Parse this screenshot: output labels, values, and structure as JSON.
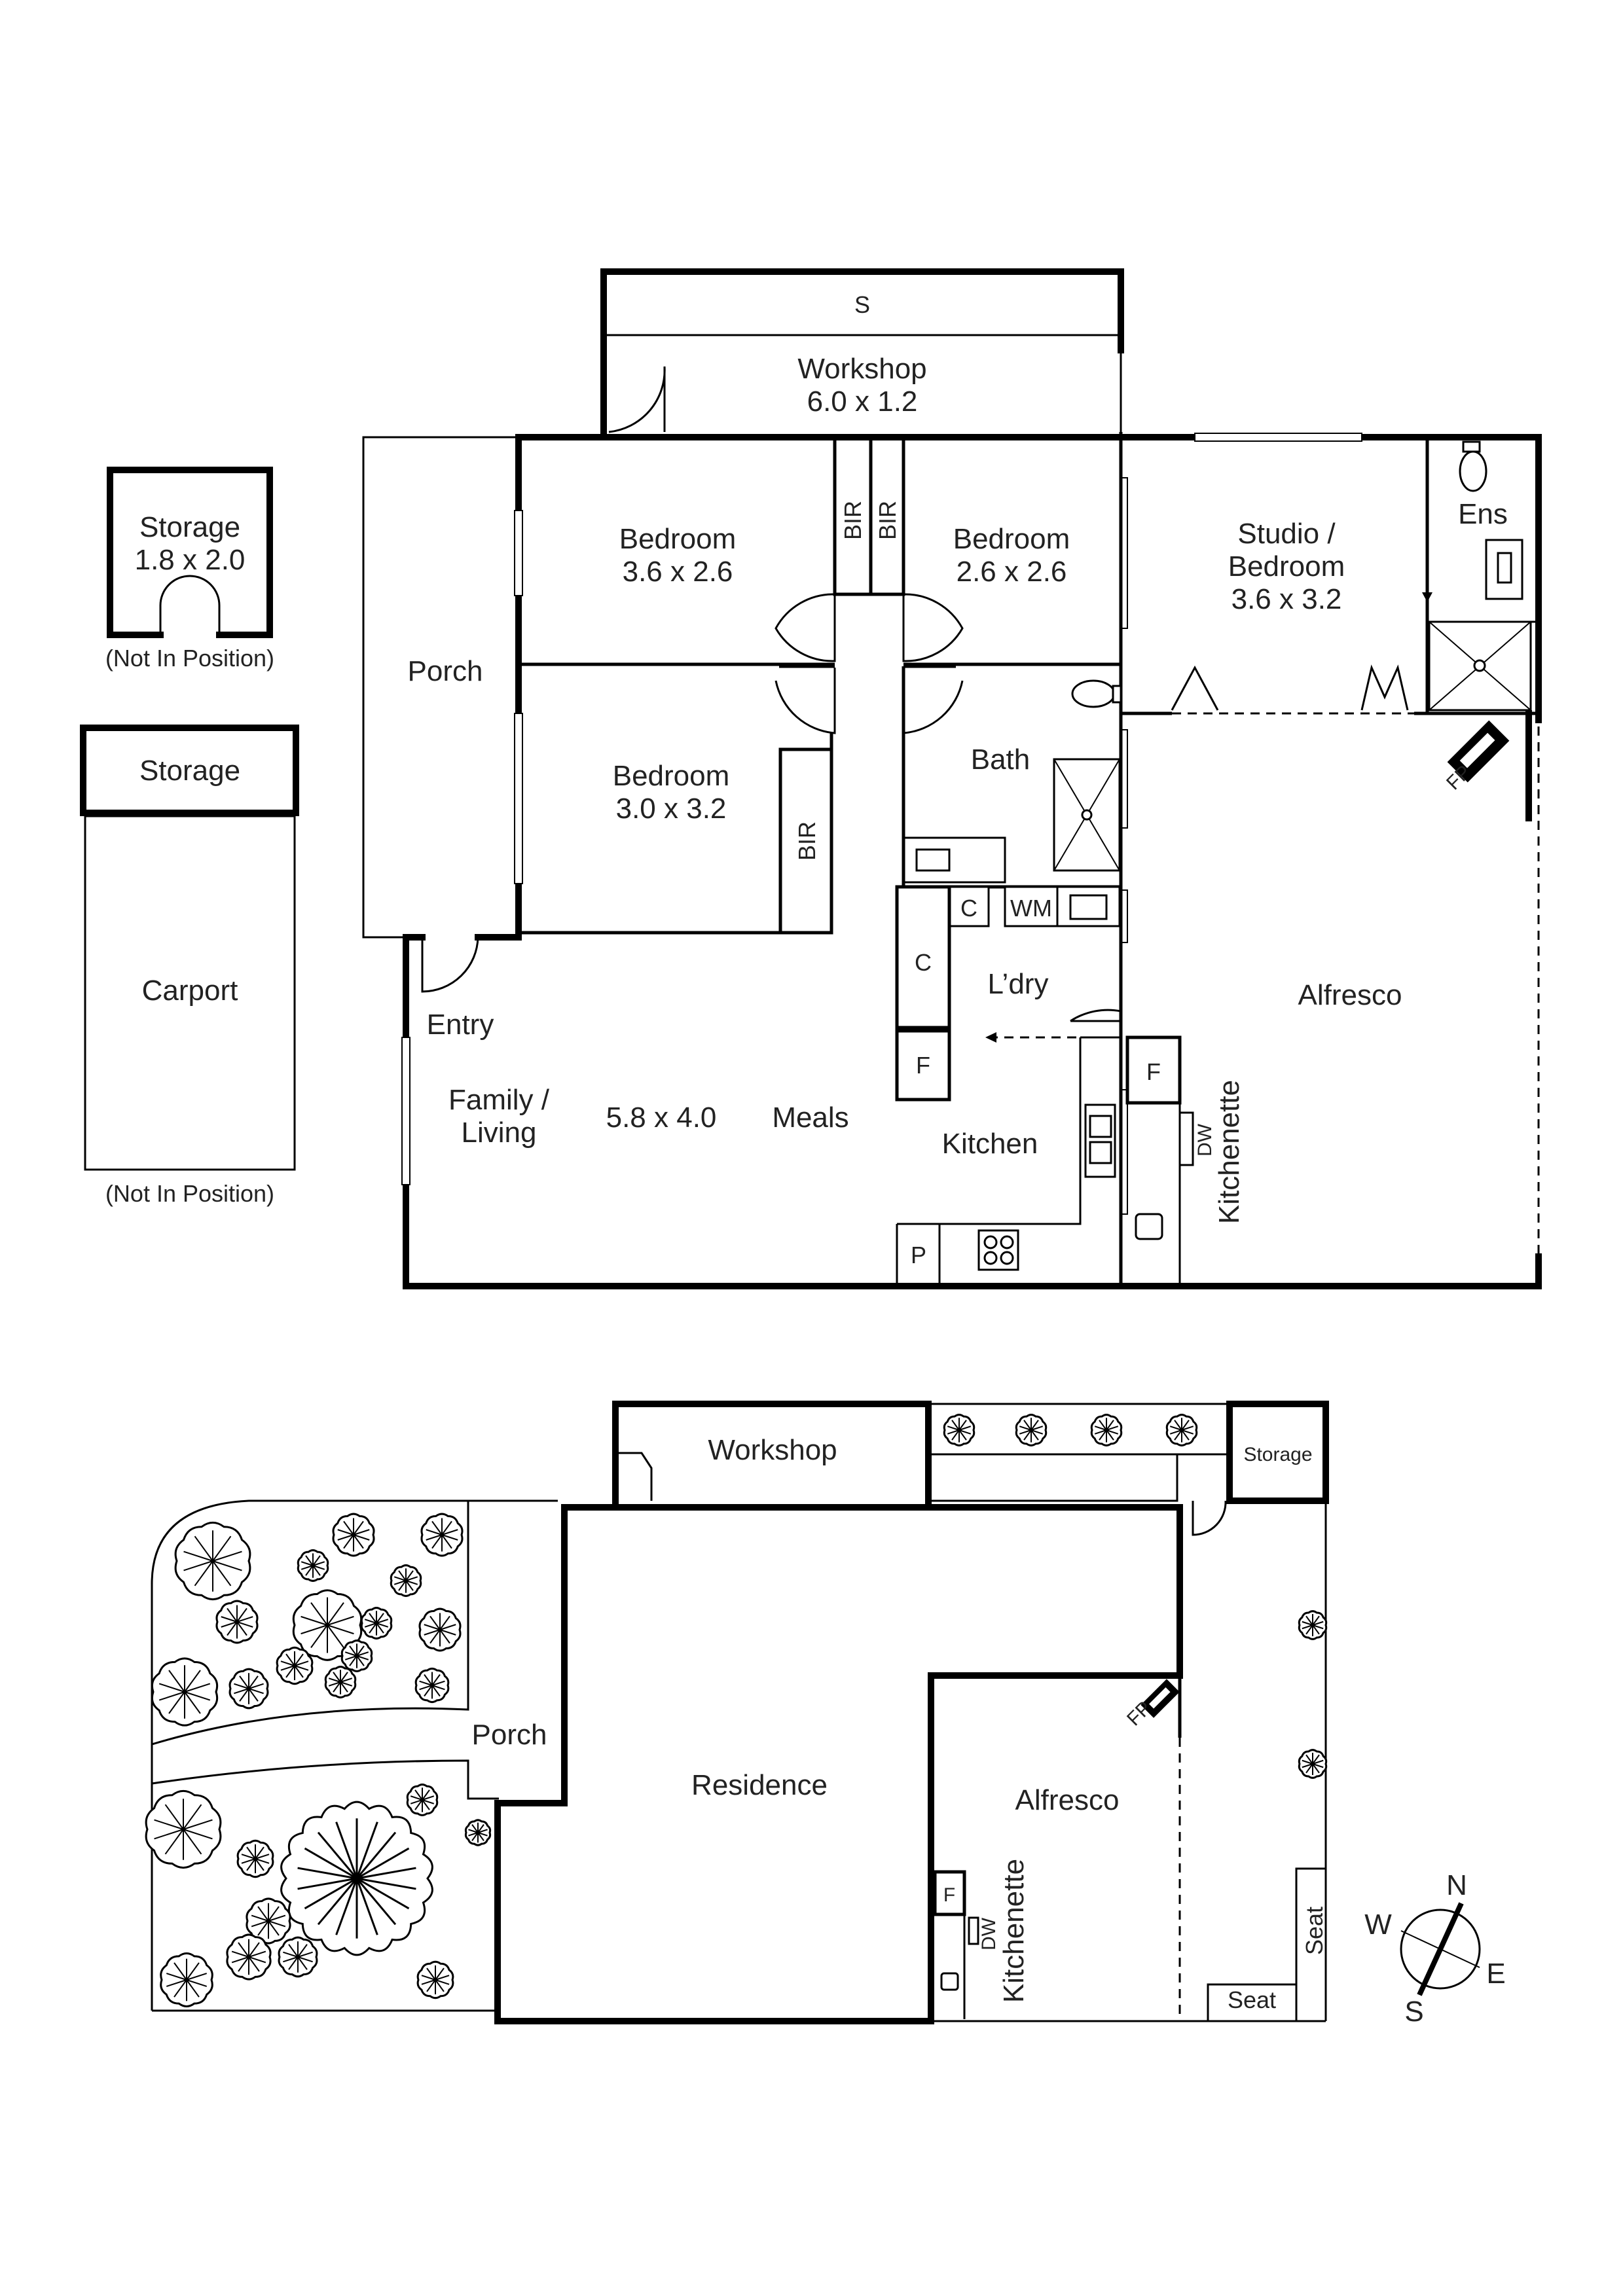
{
  "floor_plan": {
    "workshop": {
      "name": "Workshop",
      "dims": "6.0 x 1.2",
      "shelf": "S"
    },
    "bedroom_1": {
      "name": "Bedroom",
      "dims": "3.6 x 2.6"
    },
    "bedroom_2": {
      "name": "Bedroom",
      "dims": "2.6 x 2.6"
    },
    "bedroom_3": {
      "name": "Bedroom",
      "dims": "3.0 x 3.2"
    },
    "studio": {
      "name_line1": "Studio /",
      "name_line2": "Bedroom",
      "dims": "3.6 x 3.2"
    },
    "ensuite": "Ens",
    "bir": "BIR",
    "bath": "Bath",
    "porch": "Porch",
    "entry": "Entry",
    "family": {
      "name_line1": "Family /",
      "name_line2": "Living",
      "dims": "5.8 x 4.0"
    },
    "meals": "Meals",
    "kitchen": "Kitchen",
    "laundry": "L’dry",
    "wm": "WM",
    "cupboard": "C",
    "fridge": "F",
    "pantry": "P",
    "dishwasher": "DW",
    "kitchenette": "Kitchenette",
    "alfresco": "Alfresco",
    "fireplace": "FP"
  },
  "outbuildings": {
    "storage_small": {
      "name": "Storage",
      "dims": "1.8 x 2.0",
      "note": "(Not In Position)"
    },
    "storage_carport": "Storage",
    "carport": {
      "name": "Carport",
      "note": "(Not In Position)"
    }
  },
  "site_plan": {
    "workshop": "Workshop",
    "storage": "Storage",
    "porch": "Porch",
    "residence": "Residence",
    "alfresco": "Alfresco",
    "fridge": "F",
    "dishwasher": "DW",
    "kitchenette": "Kitchenette",
    "fireplace": "FP",
    "seat_1": "Seat",
    "seat_2": "Seat"
  },
  "compass": {
    "north": "N",
    "east": "E",
    "south": "S",
    "west": "W"
  }
}
